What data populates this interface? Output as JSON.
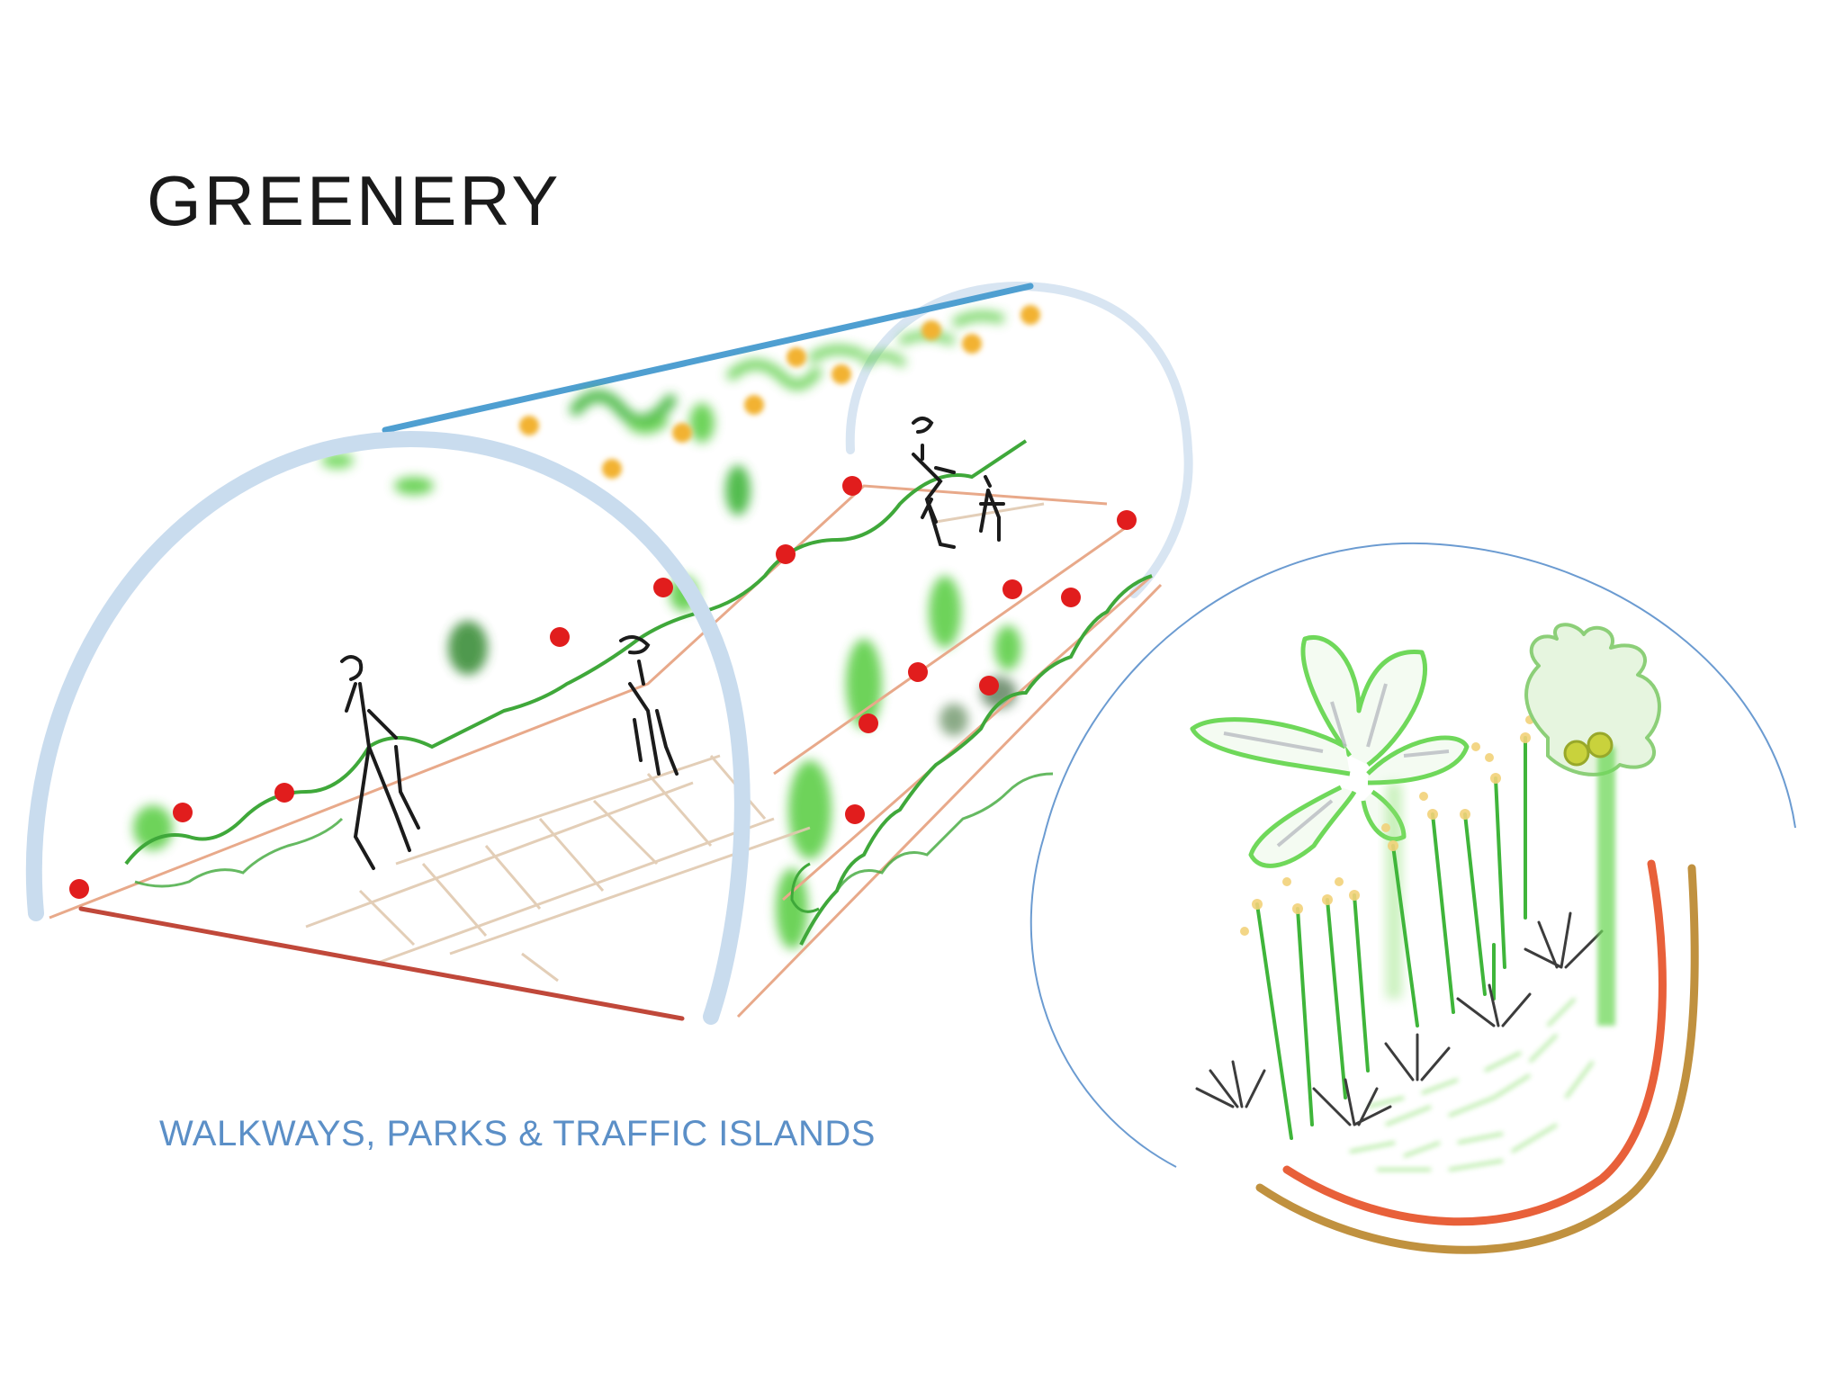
{
  "slide": {
    "title": "GREENERY",
    "subtitle": "WALKWAYS, PARKS & TRAFFIC ISLANDS"
  },
  "colors": {
    "background": "#ffffff",
    "title": "#1a1a1a",
    "subtitle": "#5b8fc7",
    "arch": "#c9dcee",
    "top_line": "#4f9fd1",
    "base_line": "#c0483a",
    "foliage": "#5fcf4a",
    "berries_red": "#e11d1d",
    "berries_yellow": "#f2b233",
    "figures": "#1b1b1b",
    "circle_outline": "#6b9bd1",
    "ground_arc_orange": "#e8603a",
    "ground_arc_brown": "#c0913f"
  },
  "illustrations": [
    {
      "name": "tunnel-walkway-sketch",
      "depicts": "greenery tunnel over pedestrian walkway with figures"
    },
    {
      "name": "plant-closeup-circle",
      "depicts": "circular inset of plants, grasses and ground arcs"
    }
  ]
}
